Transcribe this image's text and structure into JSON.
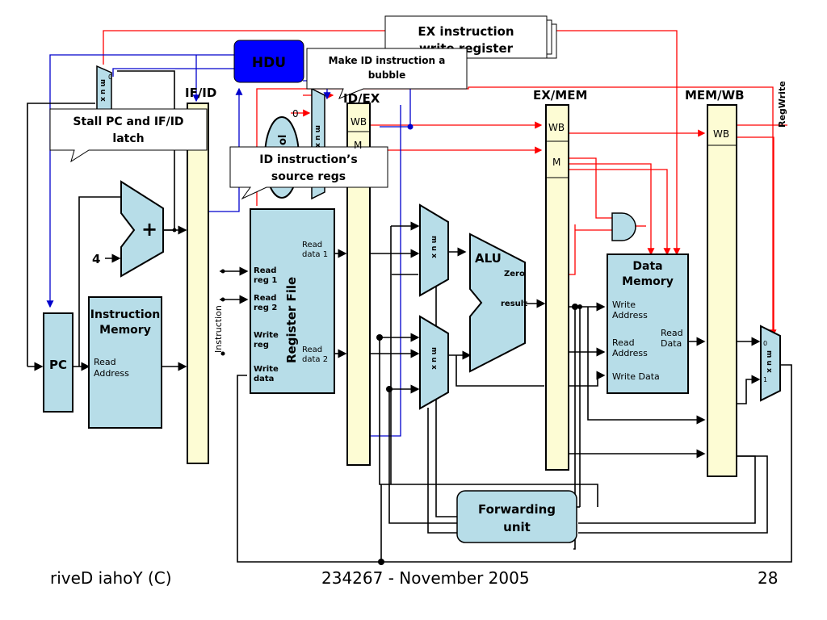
{
  "labels": {
    "ex_instruction": "EX instruction write register",
    "hdu": "HDU",
    "make_bubble": "Make ID instruction a bubble",
    "stall_pc": "Stall PC and IF/ID latch",
    "id_source_regs": "ID instruction’s source regs",
    "if_id": "IF/ID",
    "id_ex": "ID/EX",
    "ex_mem": "EX/MEM",
    "mem_wb": "MEM/WB",
    "regwrite": "RegWrite",
    "wb": "WB",
    "m": "M",
    "zero_input": "0",
    "mux": "m u x",
    "mux_sel_0": "0",
    "mux_sel_1": "1",
    "four": "4",
    "plus": "+",
    "pc": "PC",
    "instruction_memory": "Instruction Memory",
    "read_address": "Read Address",
    "instruction": "Instruction",
    "read_reg_1": "Read reg 1",
    "read_reg_2": "Read reg 2",
    "write_reg": "Write reg",
    "write_data": "Write data",
    "register_file": "Register File",
    "read_data_1": "Read data 1",
    "read_data_2": "Read data 2",
    "alu": "ALU",
    "zero": "Zero",
    "result": "result",
    "data_memory": "Data Memory",
    "dm_write_address": "Write Address",
    "dm_read_address": "Read Address",
    "dm_read_data": "Read Data",
    "dm_write_data": "Write Data",
    "forwarding_unit": "Forwarding unit",
    "control": "ol"
  },
  "footer": {
    "author": "riveD iahoY  (C)",
    "course": "234267 - November 2005",
    "page": "28"
  },
  "colors": {
    "block_fill": "#b7dde8",
    "latch_fill": "#fdfcd4",
    "hdu_fill": "#0000ff",
    "control_red": "#ff0000",
    "control_blue": "#0000cc"
  }
}
